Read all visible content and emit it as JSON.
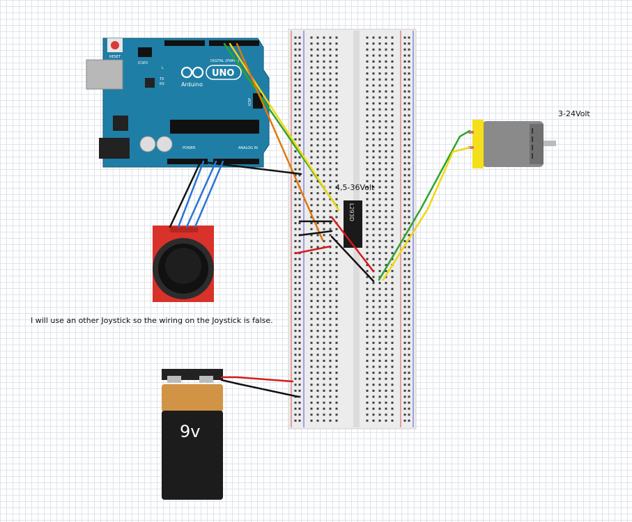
{
  "labels": {
    "note": "I will use an other Joystick so the wiring on the Joystick is false.",
    "motor_voltage": "3-24Volt",
    "driver_voltage": "4,5-36Volt"
  },
  "arduino": {
    "brand": "Arduino",
    "model": "UNO",
    "reset": "RESET",
    "icsp2": "ICSP2",
    "icsp": "ICSP",
    "digital": "DIGITAL (PWM~)",
    "power": "POWER",
    "analog": "ANALOG IN",
    "tx": "TX",
    "rx": "RX",
    "l": "L"
  },
  "chip": {
    "name": "L293D"
  },
  "battery": {
    "label": "9v"
  },
  "colors": {
    "board": "#1f7ea6",
    "breadboard": "#ececec",
    "wire_green": "#2ea32e",
    "wire_yellow": "#f2d70c",
    "wire_orange": "#e0780d",
    "wire_red": "#d31b1b",
    "wire_black": "#111111",
    "wire_blue": "#2b73d4",
    "joystick_pcb": "#d9322a",
    "motor_cap": "#f5df1b",
    "battery_top": "#d19446",
    "battery_body": "#1c1c1c"
  }
}
